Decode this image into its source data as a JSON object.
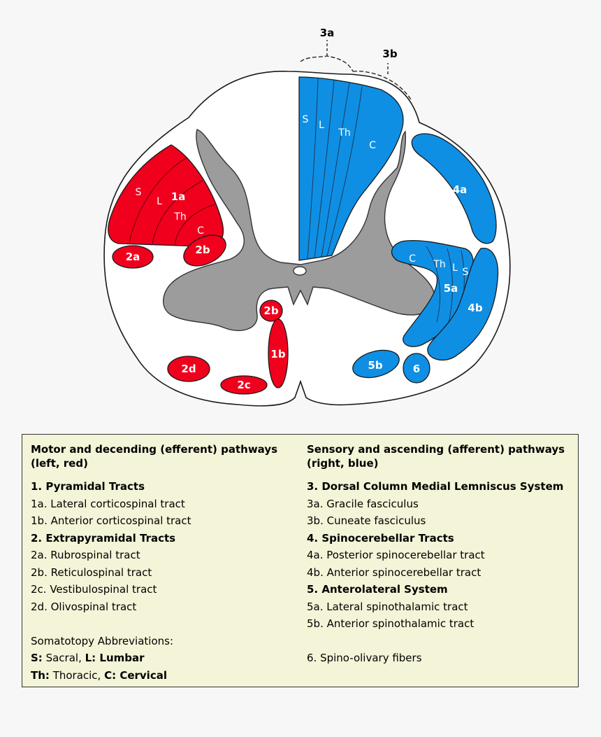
{
  "diagram": {
    "labels": {
      "3a": "3a",
      "3b": "3b",
      "dorsal_s": "S",
      "dorsal_l": "L",
      "dorsal_th": "Th",
      "dorsal_c": "C",
      "1a": "1a",
      "1a_s": "S",
      "1a_l": "L",
      "1a_th": "Th",
      "1a_c": "C",
      "2a": "2a",
      "2b_upper": "2b",
      "2b_lower": "2b",
      "1b": "1b",
      "2c": "2c",
      "2d": "2d",
      "4a": "4a",
      "4b": "4b",
      "5a": "5a",
      "5a_c": "C",
      "5a_th": "Th",
      "5a_l": "L",
      "5a_s": "S",
      "5b": "5b",
      "6": "6"
    },
    "colors": {
      "motor": "#f0001c",
      "sensory": "#0f8fe4",
      "grey_matter": "#9c9c9c",
      "outline": "#1a1a1a"
    }
  },
  "legend": {
    "left": {
      "heading_line1": "Motor and decending (efferent) pathways",
      "heading_line2": "(left, red)",
      "items": [
        {
          "text": "1. Pyramidal Tracts",
          "bold": true
        },
        {
          "text": "1a. Lateral corticospinal tract",
          "bold": false
        },
        {
          "text": "1b. Anterior corticospinal tract",
          "bold": false
        },
        {
          "text": "2. Extrapyramidal Tracts",
          "bold": true
        },
        {
          "text": "2a. Rubrospinal tract",
          "bold": false
        },
        {
          "text": "2b. Reticulospinal tract",
          "bold": false
        },
        {
          "text": "2c. Vestibulospinal tract",
          "bold": false
        },
        {
          "text": "2d. Olivospinal tract",
          "bold": false
        }
      ],
      "abbr_title": "Somatotopy Abbreviations:",
      "abbr": {
        "s_key": "S:",
        "s_val": " Sacral, ",
        "l_key": "L: Lumbar",
        "th_key": "Th:",
        "th_val": " Thoracic, ",
        "c_key": "C: Cervical"
      }
    },
    "right": {
      "heading_line1": "Sensory and ascending (afferent) pathways",
      "heading_line2": "(right, blue)",
      "items": [
        {
          "text": "3. Dorsal Column Medial Lemniscus System",
          "bold": true
        },
        {
          "text": "3a. Gracile fasciculus",
          "bold": false
        },
        {
          "text": "3b. Cuneate fasciculus",
          "bold": false
        },
        {
          "text": "4. Spinocerebellar Tracts",
          "bold": true
        },
        {
          "text": "4a. Posterior spinocerebellar tract",
          "bold": false
        },
        {
          "text": "4b. Anterior spinocerebellar tract",
          "bold": false
        },
        {
          "text": "5. Anterolateral System",
          "bold": true
        },
        {
          "text": "5a. Lateral spinothalamic tract",
          "bold": false
        },
        {
          "text": "5b. Anterior spinothalamic tract",
          "bold": false
        }
      ],
      "extra": "6. Spino-olivary fibers"
    }
  }
}
